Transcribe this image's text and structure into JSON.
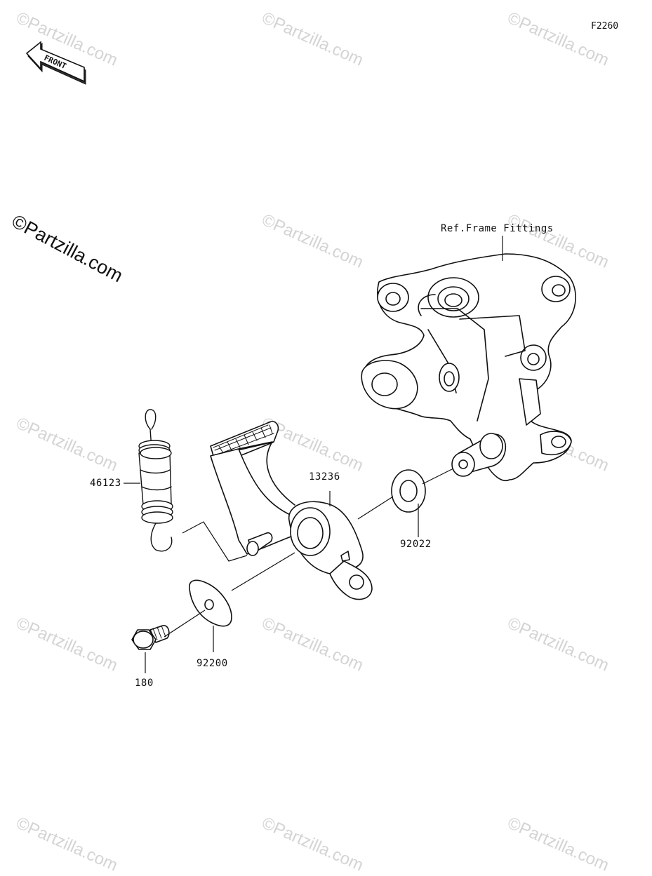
{
  "diagram": {
    "code": "F2260",
    "front_label": "FRONT",
    "logo": "©Partzilla.com",
    "watermark": "©Partzilla.com",
    "reference_label": "Ref.Frame Fittings",
    "parts": [
      {
        "number": "46123"
      },
      {
        "number": "13236"
      },
      {
        "number": "92022"
      },
      {
        "number": "92200"
      },
      {
        "number": "180"
      }
    ]
  }
}
